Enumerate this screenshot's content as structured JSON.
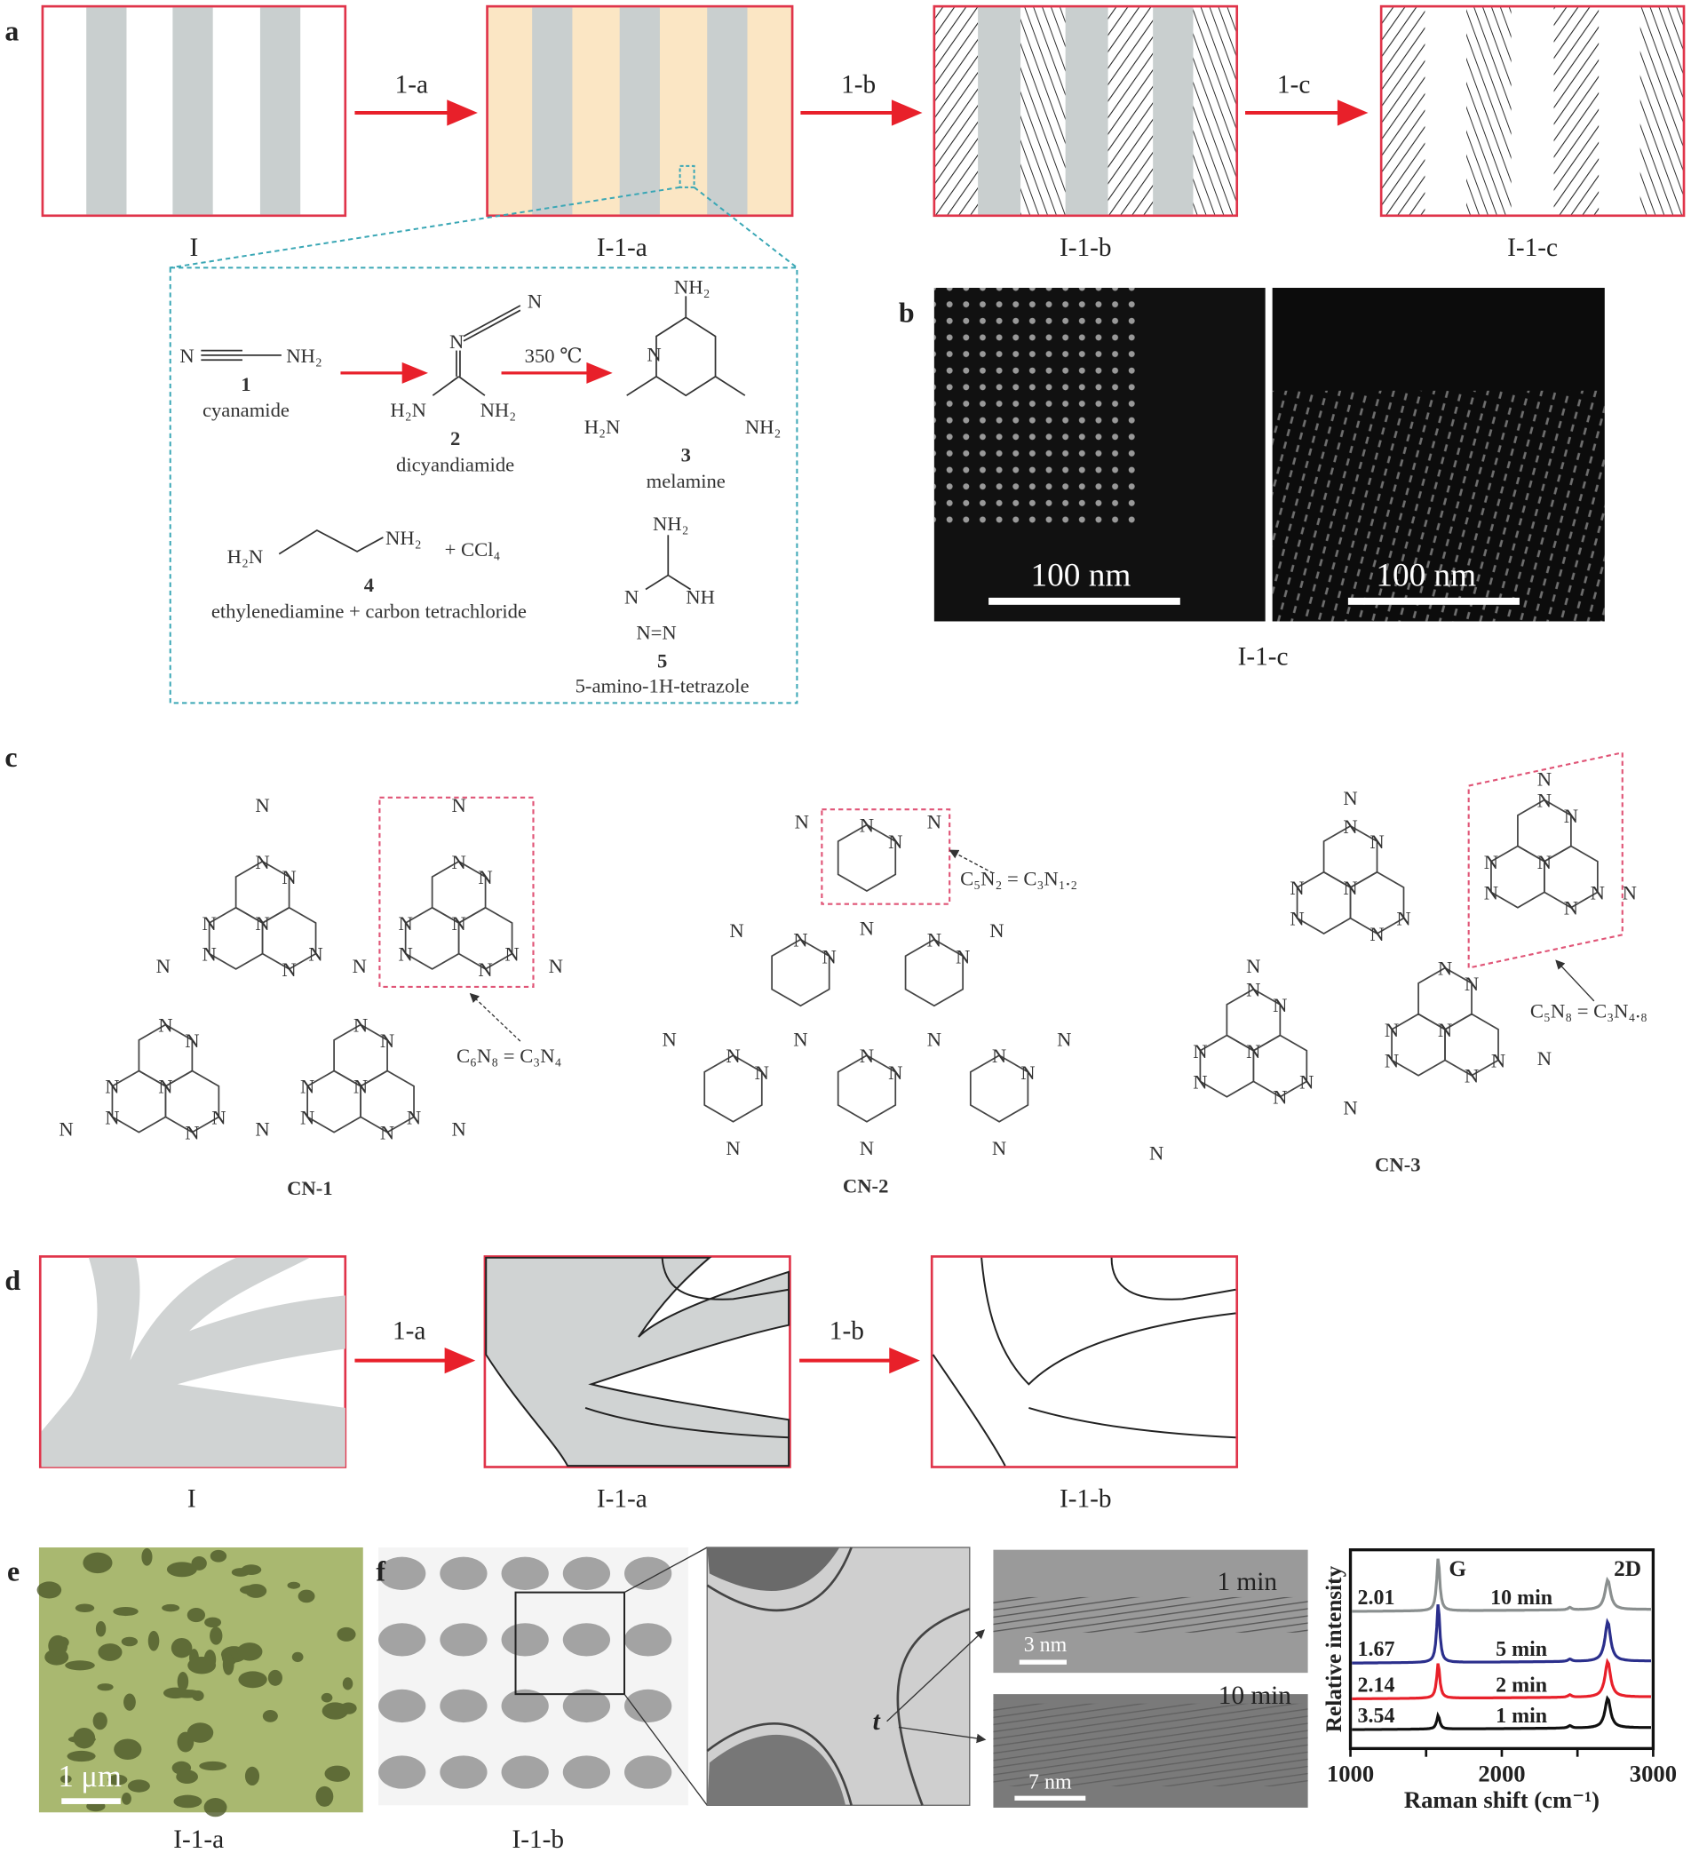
{
  "panel_letters": {
    "a": "a",
    "b": "b",
    "c": "c",
    "d": "d",
    "e": "e",
    "f": "f"
  },
  "panel_a": {
    "steps": [
      "I",
      "I-1-a",
      "I-1-b",
      "I-1-c"
    ],
    "arrows": [
      "1-a",
      "1-b",
      "1-c"
    ],
    "precursors": {
      "c1_formula_left": "N",
      "c1_formula_right": "NH₂",
      "c1_num": "1",
      "c1_name": "cyanamide",
      "c2_n": "N",
      "c2_n2": "N",
      "c2_h2n": "H₂N",
      "c2_nh2": "NH₂",
      "c2_num": "2",
      "c2_name": "dicyandiamide",
      "condition": "350 ℃",
      "c3_nh2_top": "NH₂",
      "c3_h2n": "H₂N",
      "c3_nh2": "NH₂",
      "c3_num": "3",
      "c3_name": "melamine",
      "c4_h2n": "H₂N",
      "c4_nh2": "NH₂",
      "c4_plus": "+ CCl₄",
      "c4_num": "4",
      "c4_name": "ethylenediamine + carbon tetrachloride",
      "c5_nh2": "NH₂",
      "c5_n": "N",
      "c5_nh": "NH",
      "c5_nn": "N=N",
      "c5_num": "5",
      "c5_name": "5-amino-1H-tetrazole"
    },
    "colors": {
      "frame": "#e0344a",
      "arrow": "#e8202a",
      "stripe": "#c9cfcf",
      "fill": "#fbe6c4",
      "dash": "#3aa7b5"
    }
  },
  "panel_b": {
    "scale_bar": "100 nm",
    "caption": "I-1-c"
  },
  "panel_c": {
    "structures": [
      "CN-1",
      "CN-2",
      "CN-3"
    ],
    "formulas": [
      "C₆N₈ = C₃N₄",
      "C₅N₂ = C₃N₁.₂",
      "C₅N₈ = C₃N₄.₈"
    ],
    "atom": "N"
  },
  "panel_d": {
    "steps": [
      "I",
      "I-1-a",
      "I-1-b"
    ],
    "arrows": [
      "1-a",
      "1-b"
    ]
  },
  "panel_e": {
    "scale_bar": "1 μm",
    "caption": "I-1-a"
  },
  "panel_f": {
    "caption": "I-1-b",
    "thickness_label": "t",
    "tem": [
      {
        "time": "1 min",
        "scale": "3 nm"
      },
      {
        "time": "10 min",
        "scale": "7 nm"
      }
    ]
  },
  "chart_data": {
    "type": "line",
    "xlabel": "Raman shift (cm⁻¹)",
    "ylabel": "Relative intensity",
    "xlim": [
      1000,
      3000
    ],
    "ylim": [
      0,
      100
    ],
    "xticks": [
      1000,
      2000,
      3000
    ],
    "peak_labels": [
      "G",
      "2D"
    ],
    "peaks_x": {
      "G": 1580,
      "2D": 2700
    },
    "series": [
      {
        "name": "10 min",
        "ratio": "2.01",
        "color": "#8a8f8f",
        "offset": 69,
        "G": 27,
        "D2": 15
      },
      {
        "name": "5 min",
        "ratio": "1.67",
        "color": "#2b2f8c",
        "offset": 43,
        "G": 30,
        "D2": 20
      },
      {
        "name": "2 min",
        "ratio": "2.14",
        "color": "#e8202a",
        "offset": 25,
        "G": 18,
        "D2": 18
      },
      {
        "name": "1 min",
        "ratio": "3.54",
        "color": "#111111",
        "offset": 9.5,
        "G": 7,
        "D2": 15
      }
    ]
  }
}
